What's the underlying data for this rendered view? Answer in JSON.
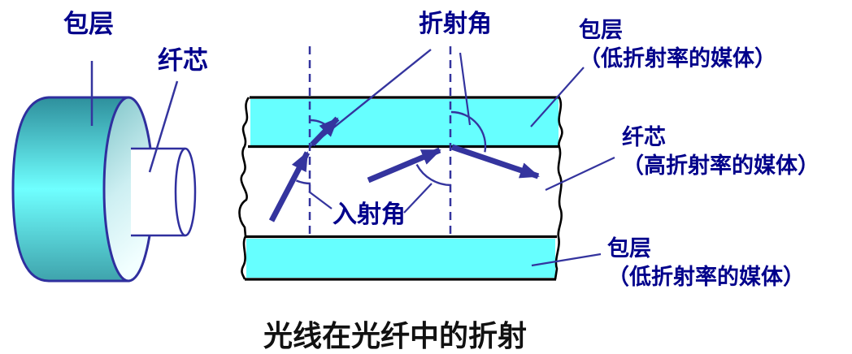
{
  "colors": {
    "band_cyan": "#66FFFF",
    "diagram_blue": "#34349E",
    "label_navy": "#00008B",
    "outline_black": "#000000",
    "cylinder_outline": "#2F2F9E",
    "cylinder_teal_dark": "#2E8F9C",
    "cylinder_teal_light": "#6FFFFF"
  },
  "fiber_3d": {
    "cladding_label": "包层",
    "core_label": "纤芯"
  },
  "diagram": {
    "refraction_angle_label": "折射角",
    "incidence_angle_label": "入射角",
    "top_cladding_label": "包层",
    "top_cladding_desc": "（低折射率的媒体）",
    "core_label": "纤芯",
    "core_desc": "（高折射率的媒体）",
    "bottom_cladding_label": "包层",
    "bottom_cladding_desc": "（低折射率的媒体）"
  },
  "caption": "光线在光纤中的折射"
}
